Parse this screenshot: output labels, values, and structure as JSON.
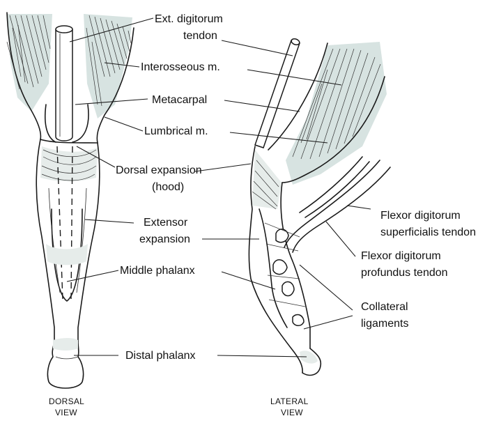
{
  "labels": {
    "ext_digitorum_1": "Ext. digitorum",
    "ext_digitorum_2": "tendon",
    "interosseous": "Interosseous m.",
    "metacarpal": "Metacarpal",
    "lumbrical": "Lumbrical m.",
    "dorsal_expansion_1": "Dorsal expansion",
    "dorsal_expansion_2": "(hood)",
    "extensor_expansion_1": "Extensor",
    "extensor_expansion_2": "expansion",
    "middle_phalanx": "Middle phalanx",
    "distal_phalanx": "Distal phalanx",
    "fds_1": "Flexor digitorum",
    "fds_2": "superficialis tendon",
    "fdp_1": "Flexor digitorum",
    "fdp_2": "profundus tendon",
    "collateral_1": "Collateral",
    "collateral_2": "ligaments"
  },
  "views": {
    "dorsal_1": "DORSAL",
    "dorsal_2": "VIEW",
    "lateral_1": "LATERAL",
    "lateral_2": "VIEW"
  },
  "colors": {
    "muscle_shade": "#d7e3e1",
    "line": "#1a1a1a",
    "background": "#ffffff"
  }
}
